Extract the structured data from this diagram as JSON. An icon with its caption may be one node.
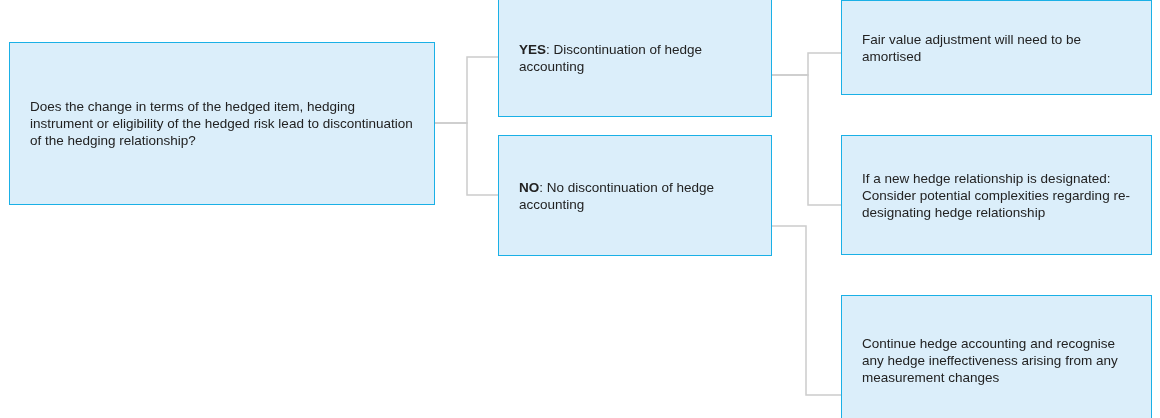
{
  "diagram": {
    "nodes": [
      {
        "text": [
          "Does the change in terms of the hedged item, hedging instrument or eligibility of the hedged risk lead to discontinuation of the hedging relationship?"
        ]
      },
      {
        "text": [
          "**YES**: Discontinuation of hedge accounting"
        ]
      },
      {
        "text": [
          "**NO**: No discontinuation of hedge accounting"
        ]
      },
      {
        "text": [
          "Fair value adjustment will need to be amortised"
        ]
      },
      {
        "text": [
          "If a new hedge relationship is designated: Consider potential complexities regarding re-designating hedge relationship"
        ]
      },
      {
        "text": [
          "Continue hedge accounting and recognise any hedge ineffectiveness arising from any measurement changes"
        ]
      }
    ],
    "edges": [
      {
        "from": 0,
        "to": 1,
        "arrow": "none"
      },
      {
        "from": 0,
        "to": 2,
        "arrow": "none"
      },
      {
        "from": 1,
        "to": 3,
        "arrow": "none"
      },
      {
        "from": 1,
        "to": 4,
        "arrow": "none"
      },
      {
        "from": 2,
        "to": 5,
        "arrow": "none"
      }
    ]
  }
}
